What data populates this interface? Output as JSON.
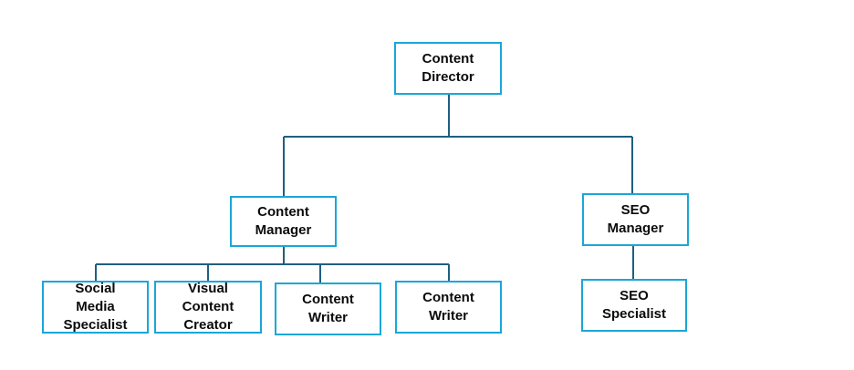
{
  "org_chart": {
    "nodes": {
      "content_director": "Content\nDirector",
      "content_manager": "Content\nManager",
      "seo_manager": "SEO\nManager",
      "social_media_specialist": "Social\nMedia\nSpecialist",
      "visual_content_creator": "Visual\nContent\nCreator",
      "content_writer_1": "Content\nWriter",
      "content_writer_2": "Content\nWriter",
      "seo_specialist": "SEO\nSpecialist"
    },
    "colors": {
      "box_border": "#19a7d8",
      "connector": "#1f5f82",
      "text": "#0b0b0b"
    }
  }
}
